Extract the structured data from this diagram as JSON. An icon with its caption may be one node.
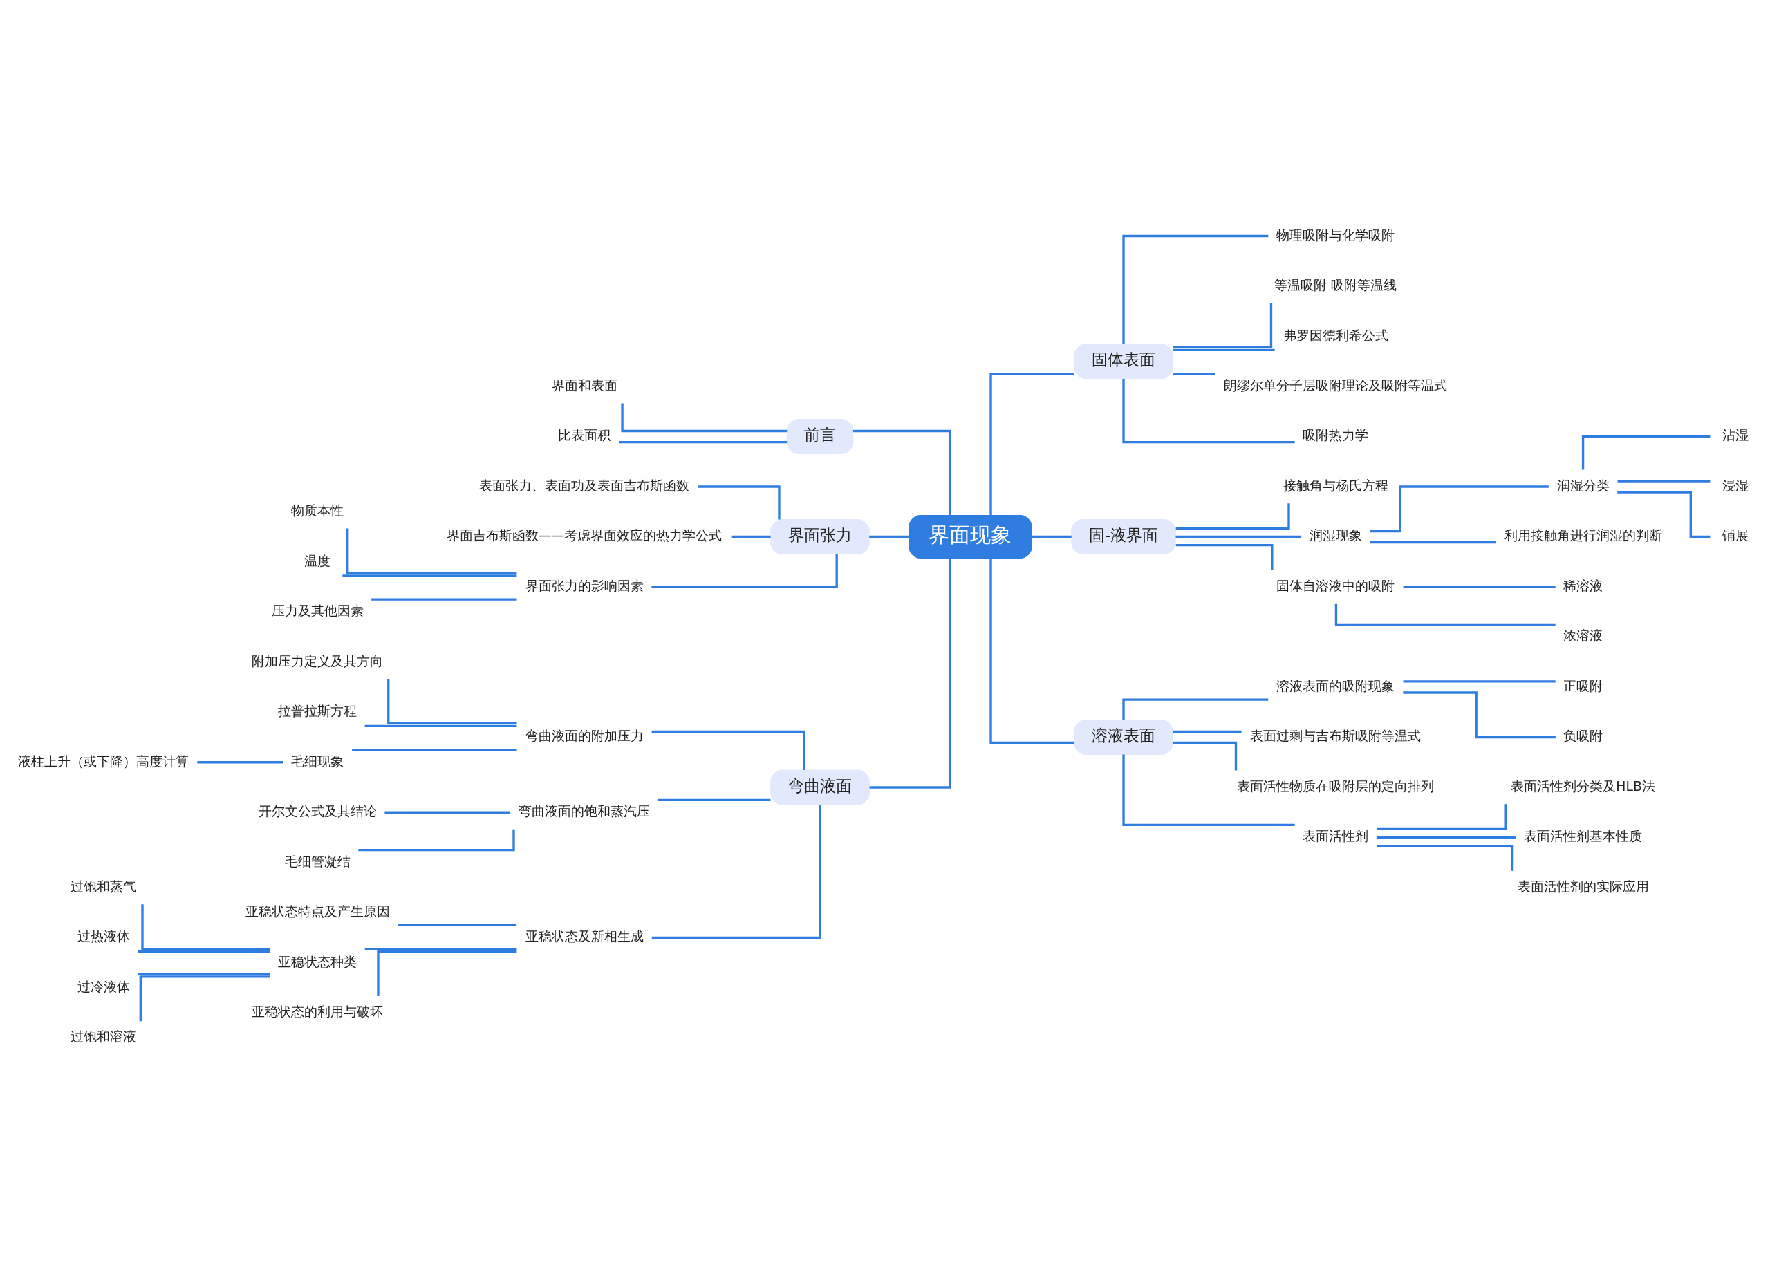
{
  "diagram": {
    "nodes": [
      {
        "text": [
          "界面现象"
        ]
      },
      {
        "text": [
          "前言"
        ]
      },
      {
        "text": [
          "界面和表面"
        ]
      },
      {
        "text": [
          "比表面积"
        ]
      },
      {
        "text": [
          "界面张力"
        ]
      },
      {
        "text": [
          "表面张力、表面功及表面吉布斯函数"
        ]
      },
      {
        "text": [
          "界面吉布斯函数——考虑界面效应的热力学公式"
        ]
      },
      {
        "text": [
          "界面张力的影响因素"
        ]
      },
      {
        "text": [
          "物质本性"
        ]
      },
      {
        "text": [
          "温度"
        ]
      },
      {
        "text": [
          "压力及其他因素"
        ]
      },
      {
        "text": [
          "弯曲液面"
        ]
      },
      {
        "text": [
          "弯曲液面的附加压力"
        ]
      },
      {
        "text": [
          "附加压力定义及其方向"
        ]
      },
      {
        "text": [
          "拉普拉斯方程"
        ]
      },
      {
        "text": [
          "毛细现象"
        ]
      },
      {
        "text": [
          "液柱上升（或下降）高度计算"
        ]
      },
      {
        "text": [
          "弯曲液面的饱和蒸汽压"
        ]
      },
      {
        "text": [
          "开尔文公式及其结论"
        ]
      },
      {
        "text": [
          "毛细管凝结"
        ]
      },
      {
        "text": [
          "亚稳状态及新相生成"
        ]
      },
      {
        "text": [
          "亚稳状态特点及产生原因"
        ]
      },
      {
        "text": [
          "亚稳状态种类"
        ]
      },
      {
        "text": [
          "过饱和蒸气"
        ]
      },
      {
        "text": [
          "过热液体"
        ]
      },
      {
        "text": [
          "过冷液体"
        ]
      },
      {
        "text": [
          "过饱和溶液"
        ]
      },
      {
        "text": [
          "亚稳状态的利用与破坏"
        ]
      },
      {
        "text": [
          "固体表面"
        ]
      },
      {
        "text": [
          "物理吸附与化学吸附"
        ]
      },
      {
        "text": [
          "等温吸附 吸附等温线"
        ]
      },
      {
        "text": [
          "弗罗因德利希公式"
        ]
      },
      {
        "text": [
          "朗缪尔单分子层吸附理论及吸附等温式"
        ]
      },
      {
        "text": [
          "吸附热力学"
        ]
      },
      {
        "text": [
          "固-液界面"
        ]
      },
      {
        "text": [
          "接触角与杨氏方程"
        ]
      },
      {
        "text": [
          "润湿现象"
        ]
      },
      {
        "text": [
          "润湿分类"
        ]
      },
      {
        "text": [
          "沾湿"
        ]
      },
      {
        "text": [
          "浸湿"
        ]
      },
      {
        "text": [
          "铺展"
        ]
      },
      {
        "text": [
          "利用接触角进行润湿的判断"
        ]
      },
      {
        "text": [
          "固体自溶液中的吸附"
        ]
      },
      {
        "text": [
          "稀溶液"
        ]
      },
      {
        "text": [
          "浓溶液"
        ]
      },
      {
        "text": [
          "溶液表面"
        ]
      },
      {
        "text": [
          "溶液表面的吸附现象"
        ]
      },
      {
        "text": [
          "正吸附"
        ]
      },
      {
        "text": [
          "负吸附"
        ]
      },
      {
        "text": [
          "表面过剩与吉布斯吸附等温式"
        ]
      },
      {
        "text": [
          "表面活性物质在吸附层的定向排列"
        ]
      },
      {
        "text": [
          "表面活性剂"
        ]
      },
      {
        "text": [
          "表面活性剂分类及HLB法"
        ]
      },
      {
        "text": [
          "表面活性剂基本性质"
        ]
      },
      {
        "text": [
          "表面活性剂的实际应用"
        ]
      }
    ],
    "edges": [
      {
        "from": 0,
        "to": 1,
        "arrow": "none"
      },
      {
        "from": 1,
        "to": 2,
        "arrow": "none"
      },
      {
        "from": 1,
        "to": 3,
        "arrow": "none"
      },
      {
        "from": 0,
        "to": 4,
        "arrow": "none"
      },
      {
        "from": 4,
        "to": 5,
        "arrow": "none"
      },
      {
        "from": 4,
        "to": 6,
        "arrow": "none"
      },
      {
        "from": 4,
        "to": 7,
        "arrow": "none"
      },
      {
        "from": 7,
        "to": 8,
        "arrow": "none"
      },
      {
        "from": 7,
        "to": 9,
        "arrow": "none"
      },
      {
        "from": 7,
        "to": 10,
        "arrow": "none"
      },
      {
        "from": 0,
        "to": 11,
        "arrow": "none"
      },
      {
        "from": 11,
        "to": 12,
        "arrow": "none"
      },
      {
        "from": 12,
        "to": 13,
        "arrow": "none"
      },
      {
        "from": 12,
        "to": 14,
        "arrow": "none"
      },
      {
        "from": 12,
        "to": 15,
        "arrow": "none"
      },
      {
        "from": 15,
        "to": 16,
        "arrow": "none"
      },
      {
        "from": 11,
        "to": 17,
        "arrow": "none"
      },
      {
        "from": 17,
        "to": 18,
        "arrow": "none"
      },
      {
        "from": 17,
        "to": 19,
        "arrow": "none"
      },
      {
        "from": 11,
        "to": 20,
        "arrow": "none"
      },
      {
        "from": 20,
        "to": 21,
        "arrow": "none"
      },
      {
        "from": 20,
        "to": 22,
        "arrow": "none"
      },
      {
        "from": 22,
        "to": 23,
        "arrow": "none"
      },
      {
        "from": 22,
        "to": 24,
        "arrow": "none"
      },
      {
        "from": 22,
        "to": 25,
        "arrow": "none"
      },
      {
        "from": 22,
        "to": 26,
        "arrow": "none"
      },
      {
        "from": 20,
        "to": 27,
        "arrow": "none"
      },
      {
        "from": 0,
        "to": 28,
        "arrow": "none"
      },
      {
        "from": 28,
        "to": 29,
        "arrow": "none"
      },
      {
        "from": 28,
        "to": 30,
        "arrow": "none"
      },
      {
        "from": 28,
        "to": 31,
        "arrow": "none"
      },
      {
        "from": 28,
        "to": 32,
        "arrow": "none"
      },
      {
        "from": 28,
        "to": 33,
        "arrow": "none"
      },
      {
        "from": 0,
        "to": 34,
        "arrow": "none"
      },
      {
        "from": 34,
        "to": 35,
        "arrow": "none"
      },
      {
        "from": 34,
        "to": 36,
        "arrow": "none"
      },
      {
        "from": 36,
        "to": 37,
        "arrow": "none"
      },
      {
        "from": 37,
        "to": 38,
        "arrow": "none"
      },
      {
        "from": 37,
        "to": 39,
        "arrow": "none"
      },
      {
        "from": 37,
        "to": 40,
        "arrow": "none"
      },
      {
        "from": 36,
        "to": 41,
        "arrow": "none"
      },
      {
        "from": 34,
        "to": 42,
        "arrow": "none"
      },
      {
        "from": 42,
        "to": 43,
        "arrow": "none"
      },
      {
        "from": 42,
        "to": 44,
        "arrow": "none"
      },
      {
        "from": 0,
        "to": 45,
        "arrow": "none"
      },
      {
        "from": 45,
        "to": 46,
        "arrow": "none"
      },
      {
        "from": 46,
        "to": 47,
        "arrow": "none"
      },
      {
        "from": 46,
        "to": 48,
        "arrow": "none"
      },
      {
        "from": 45,
        "to": 49,
        "arrow": "none"
      },
      {
        "from": 45,
        "to": 50,
        "arrow": "none"
      },
      {
        "from": 45,
        "to": 51,
        "arrow": "none"
      },
      {
        "from": 51,
        "to": 52,
        "arrow": "none"
      },
      {
        "from": 51,
        "to": 53,
        "arrow": "none"
      },
      {
        "from": 51,
        "to": 54,
        "arrow": "none"
      }
    ]
  }
}
